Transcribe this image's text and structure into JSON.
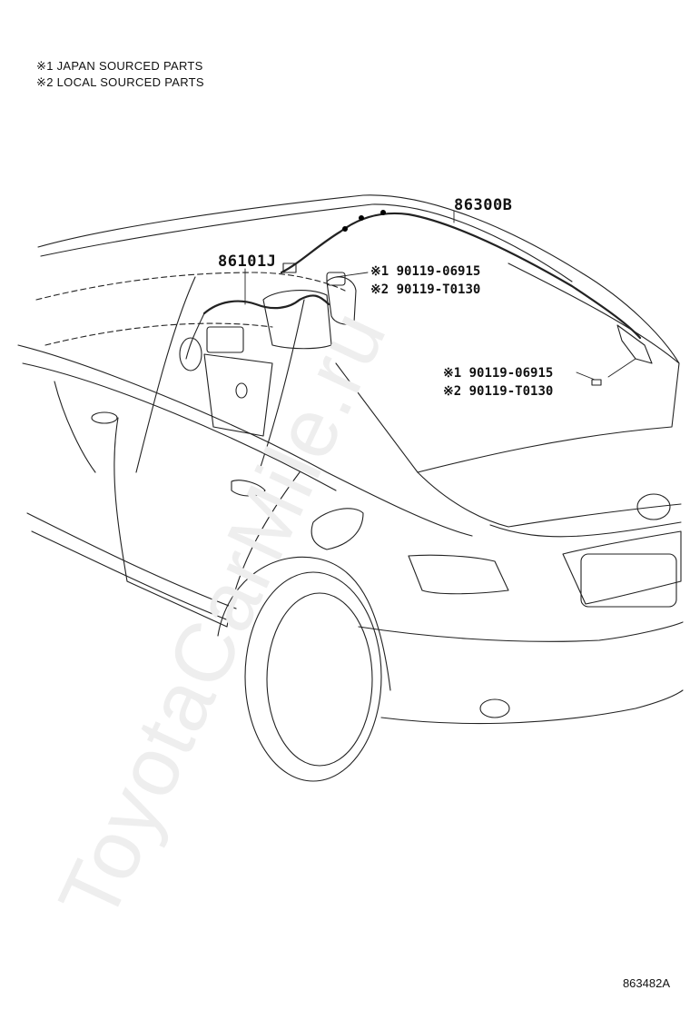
{
  "legend": {
    "line1": "※1 JAPAN SOURCED PARTS",
    "line2": "※2 LOCAL SOURCED PARTS"
  },
  "parts": {
    "curtain_airbag_right": "86300B",
    "curtain_airbag_left": "86101J",
    "bolt_upper_1": "※1 90119-06915",
    "bolt_upper_2": "※2 90119-T0130",
    "bolt_lower_1": "※1 90119-06915",
    "bolt_lower_2": "※2 90119-T0130"
  },
  "watermark": "ToyotaCarMile.ru",
  "diagram_code": "863482A"
}
